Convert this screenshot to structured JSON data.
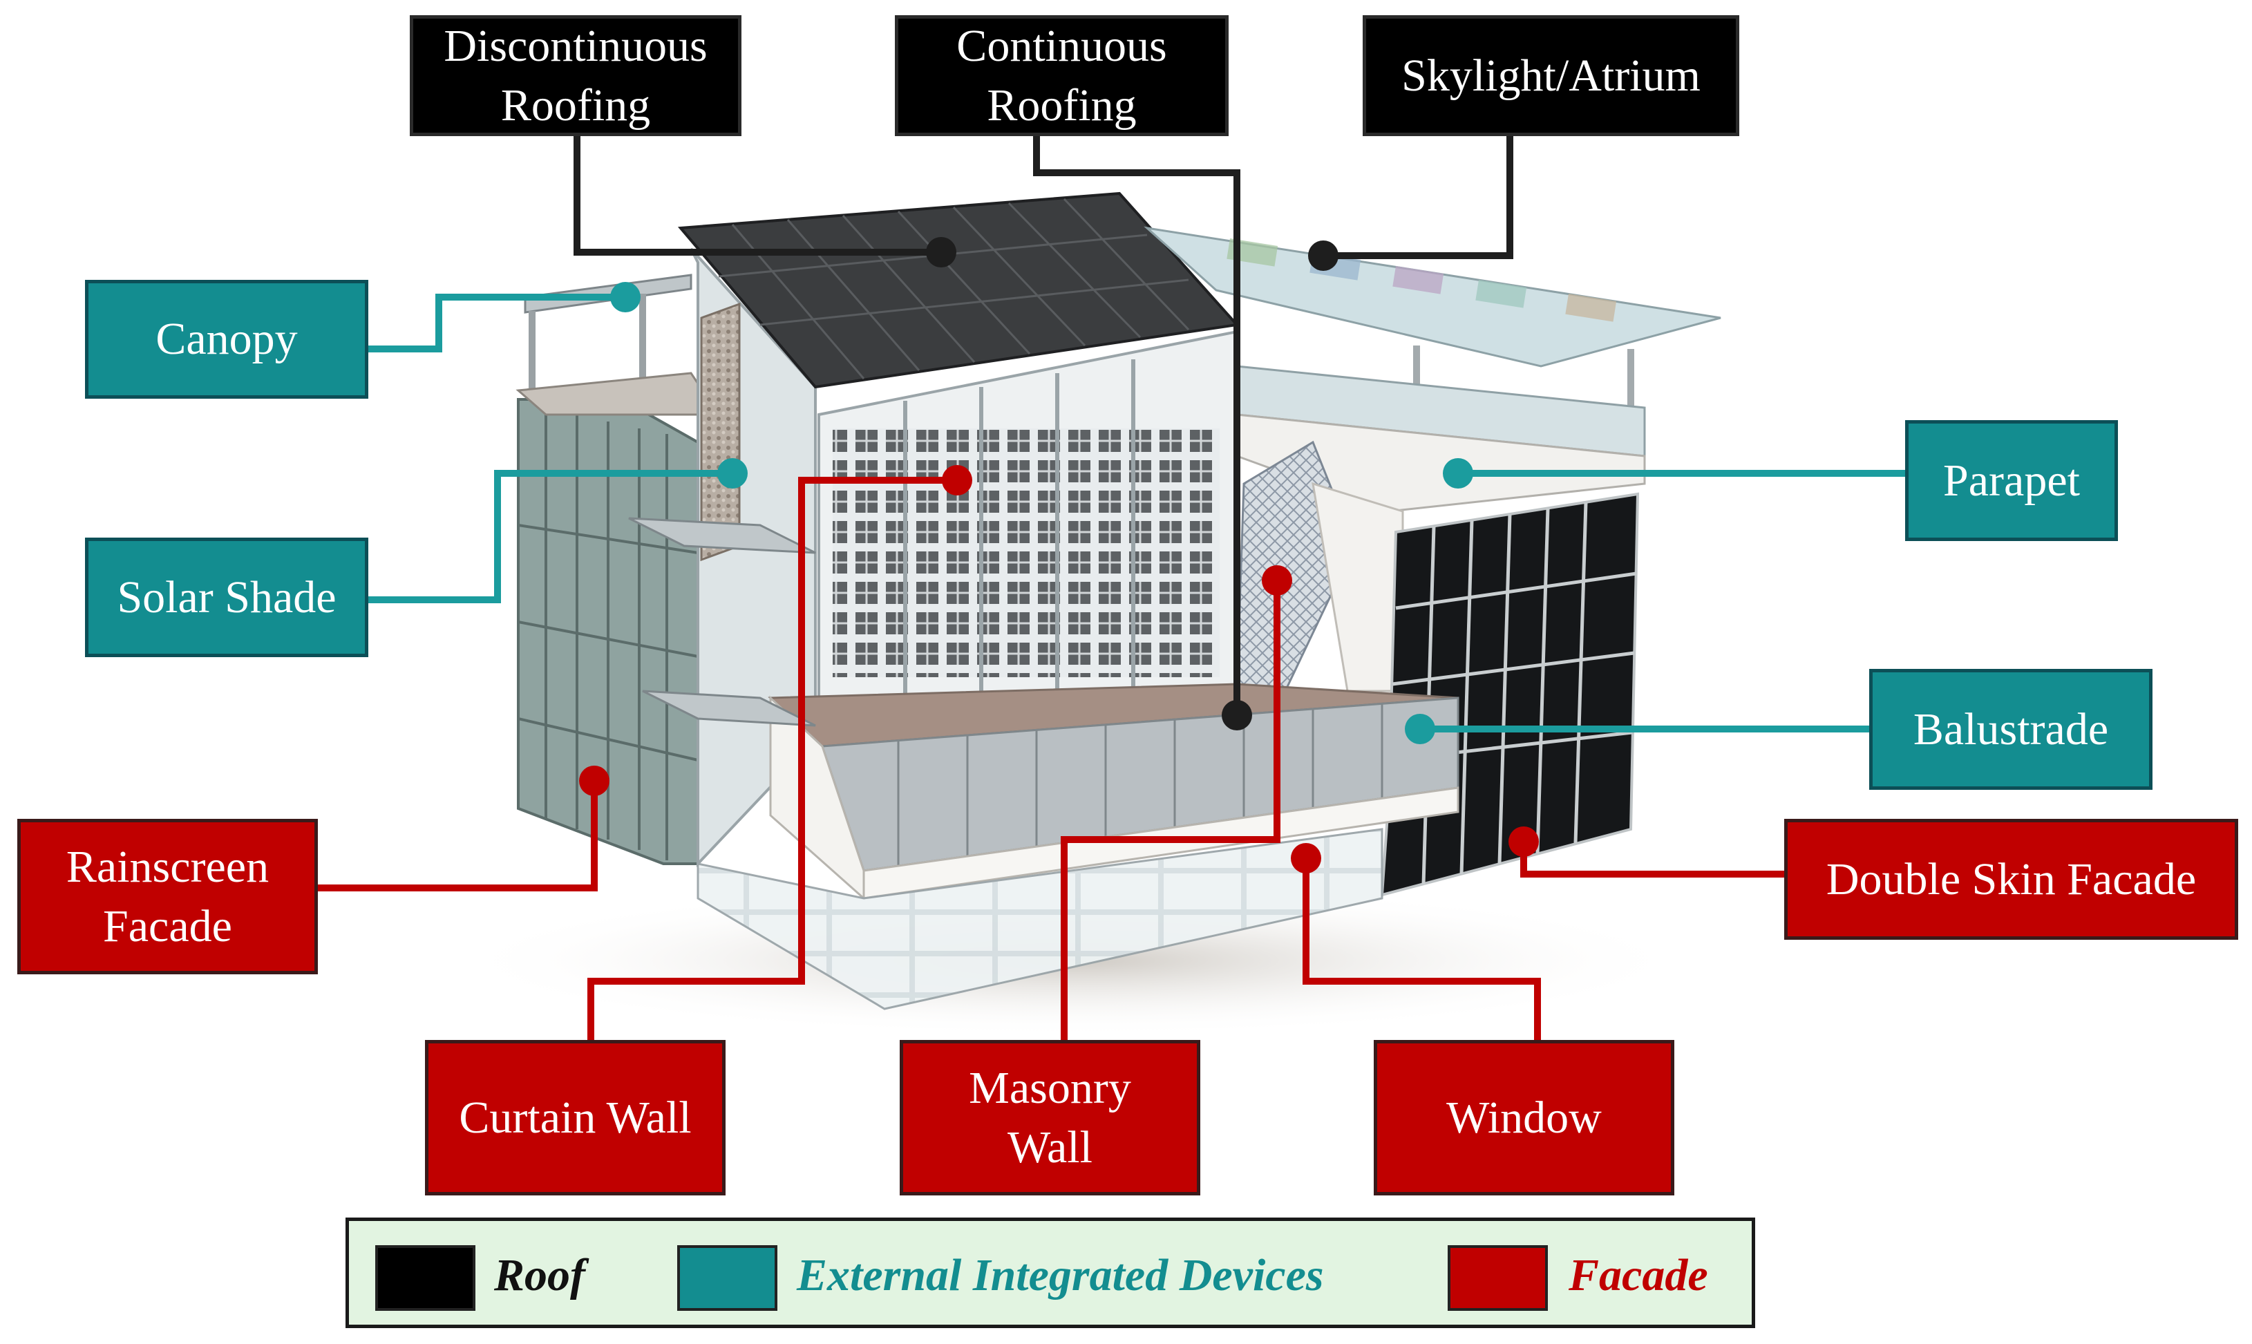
{
  "colors": {
    "roof": "#000000",
    "external_devices": "#138d90",
    "facade": "#c00000",
    "legend_bg": "#e2f4e1"
  },
  "roof_labels": {
    "discontinuous": "Discontinuous\nRoofing",
    "continuous": "Continuous\nRoofing",
    "skylight": "Skylight/Atrium"
  },
  "device_labels": {
    "canopy": "Canopy",
    "solar_shade": "Solar Shade",
    "parapet": "Parapet",
    "balustrade": "Balustrade"
  },
  "facade_labels": {
    "rainscreen": "Rainscreen\nFacade",
    "curtain_wall": "Curtain Wall",
    "masonry_wall": "Masonry\nWall",
    "window": "Window",
    "double_skin": "Double Skin Facade"
  },
  "legend": {
    "roof": "Roof",
    "external_devices": "External Integrated Devices",
    "facade": "Facade"
  }
}
